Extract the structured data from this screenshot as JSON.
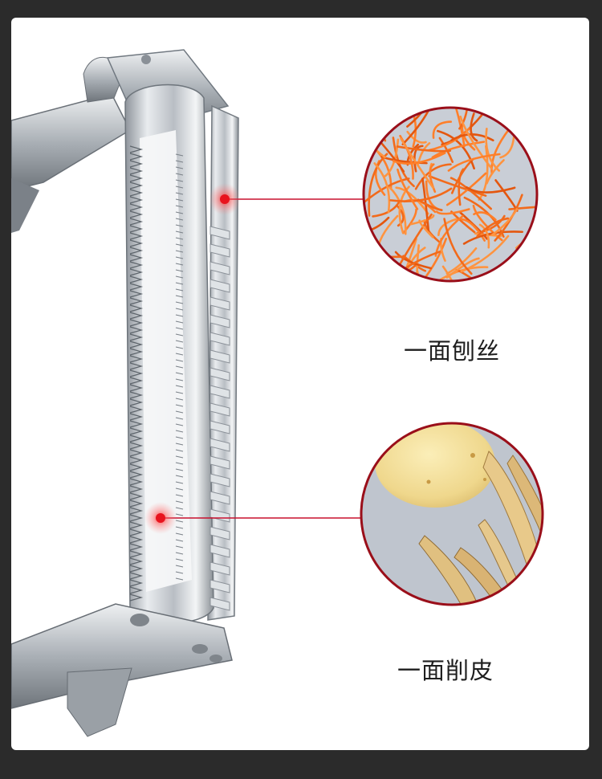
{
  "labels": {
    "shred": "一面刨丝",
    "peel": "一面削皮"
  },
  "colors": {
    "background_border": "#2b2b2b",
    "panel": "#ffffff",
    "callout_line": "#c8102e",
    "marker": "#e8141e",
    "circle_border": "#9a0f1a",
    "carrot": "#f26a1b",
    "potato": "#f1dd9a",
    "steel": "#cfd3d8"
  },
  "icons": [
    "peeler-image",
    "carrot-shreds-image",
    "potato-peel-image",
    "red-marker-icon"
  ]
}
